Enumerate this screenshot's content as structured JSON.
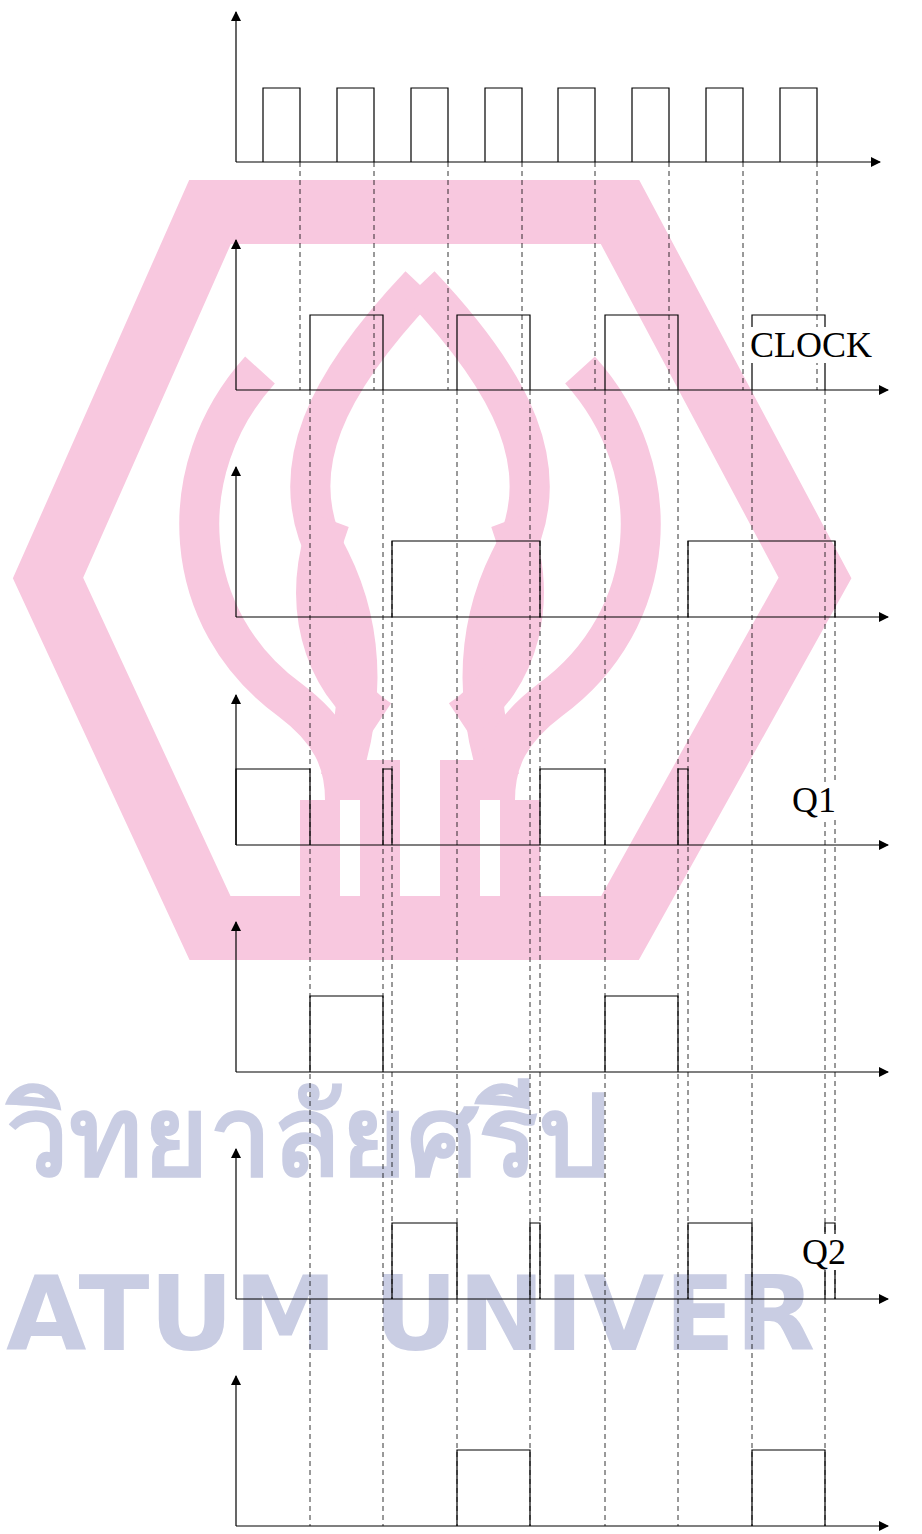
{
  "diagram": {
    "labels": [
      "CLOCK",
      "Q1",
      "Q2",
      "วิทยาลัยศรีป",
      "ATUM UNIVER"
    ]
  }
}
